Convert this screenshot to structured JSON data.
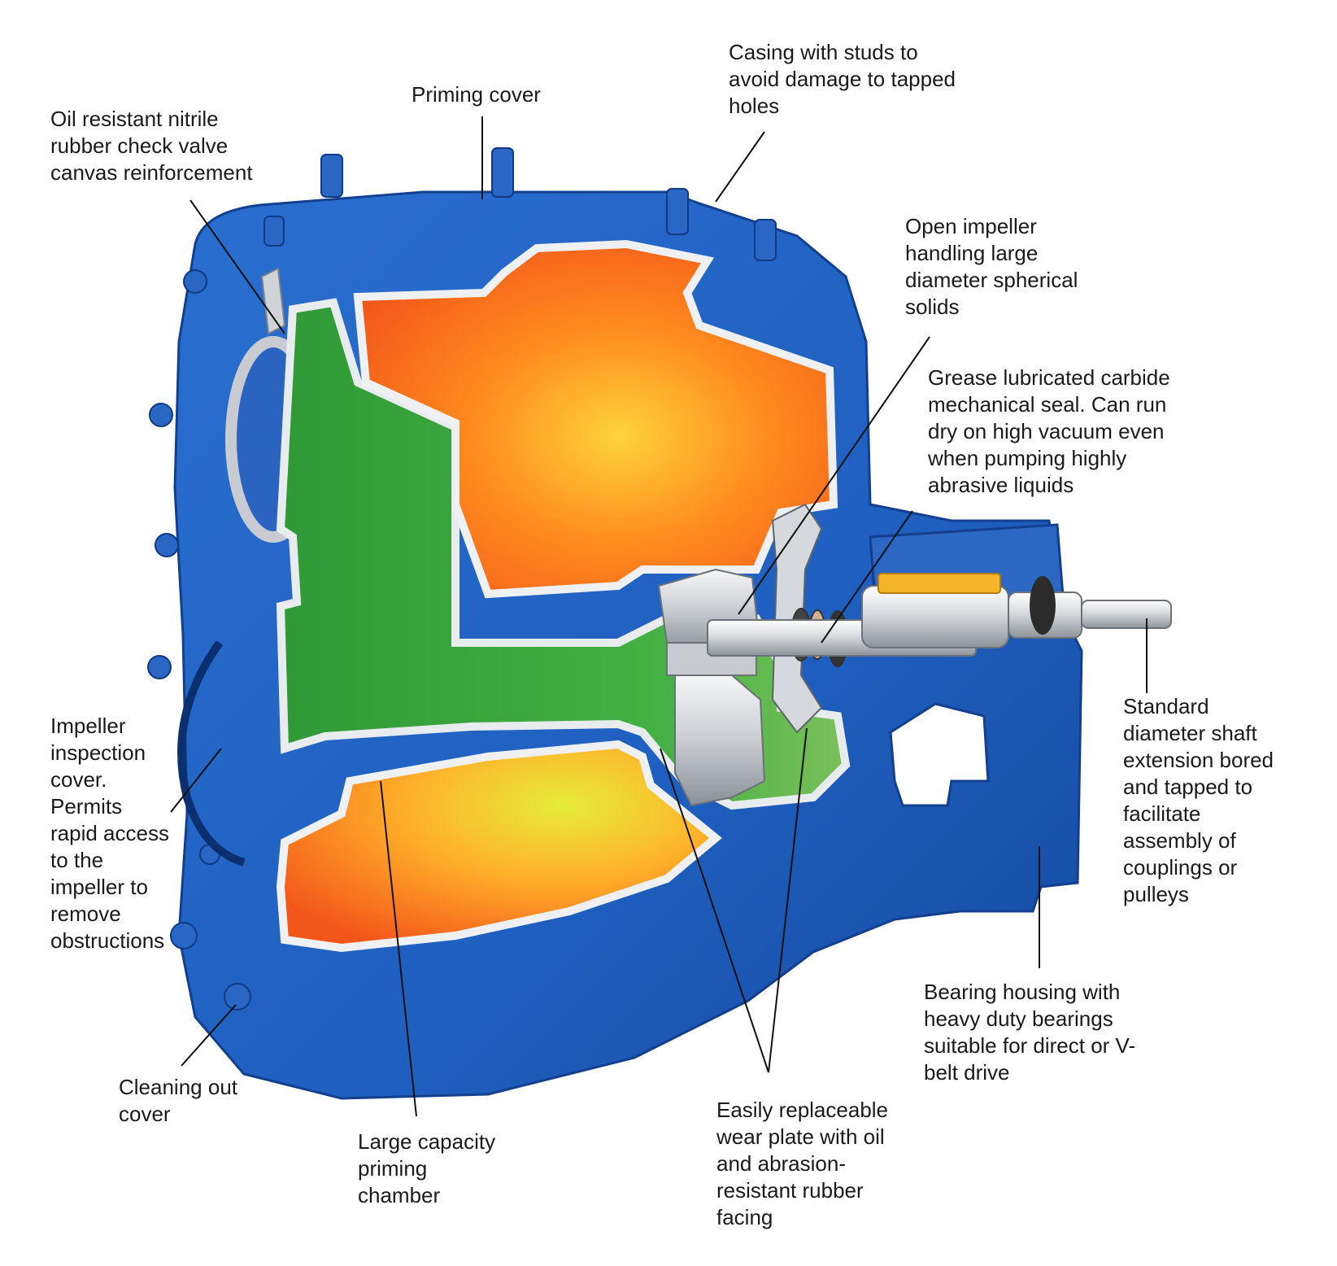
{
  "colors": {
    "casing_blue": "#1f5fbf",
    "casing_dark": "#123f8f",
    "chamber_green": "#3aa73a",
    "volute_orange": "#f36a1c",
    "volute_yellow": "#e8e23a",
    "steel": "#d4d8dc",
    "leader": "#111111"
  },
  "labels": {
    "priming_cover": "Priming cover",
    "casing_studs": "Casing with studs to\navoid damage to tapped\nholes",
    "check_valve": "Oil resistant nitrile\nrubber check valve\ncanvas reinforcement",
    "open_impeller": "Open impeller\nhandling large\ndiameter spherical\nsolids",
    "mech_seal": "Grease lubricated carbide\nmechanical seal. Can run\ndry on high vacuum even\nwhen pumping highly\nabrasive liquids",
    "shaft_extension": "Standard\ndiameter shaft\nextension bored\nand tapped to\nfacilitate\nassembly of\ncouplings or\npulleys",
    "inspection_cover": "Impeller\ninspection\ncover.\nPermits\nrapid access\nto the\nimpeller to\nremove\nobstructions",
    "bearing_housing": "Bearing housing with\nheavy duty bearings\nsuitable for direct or V-\nbelt drive",
    "cleaning_cover": "Cleaning out\ncover",
    "priming_chamber": "Large capacity\npriming\nchamber",
    "wear_plate": "Easily replaceable\nwear plate with oil\nand abrasion-\nresistant rubber\nfacing"
  }
}
